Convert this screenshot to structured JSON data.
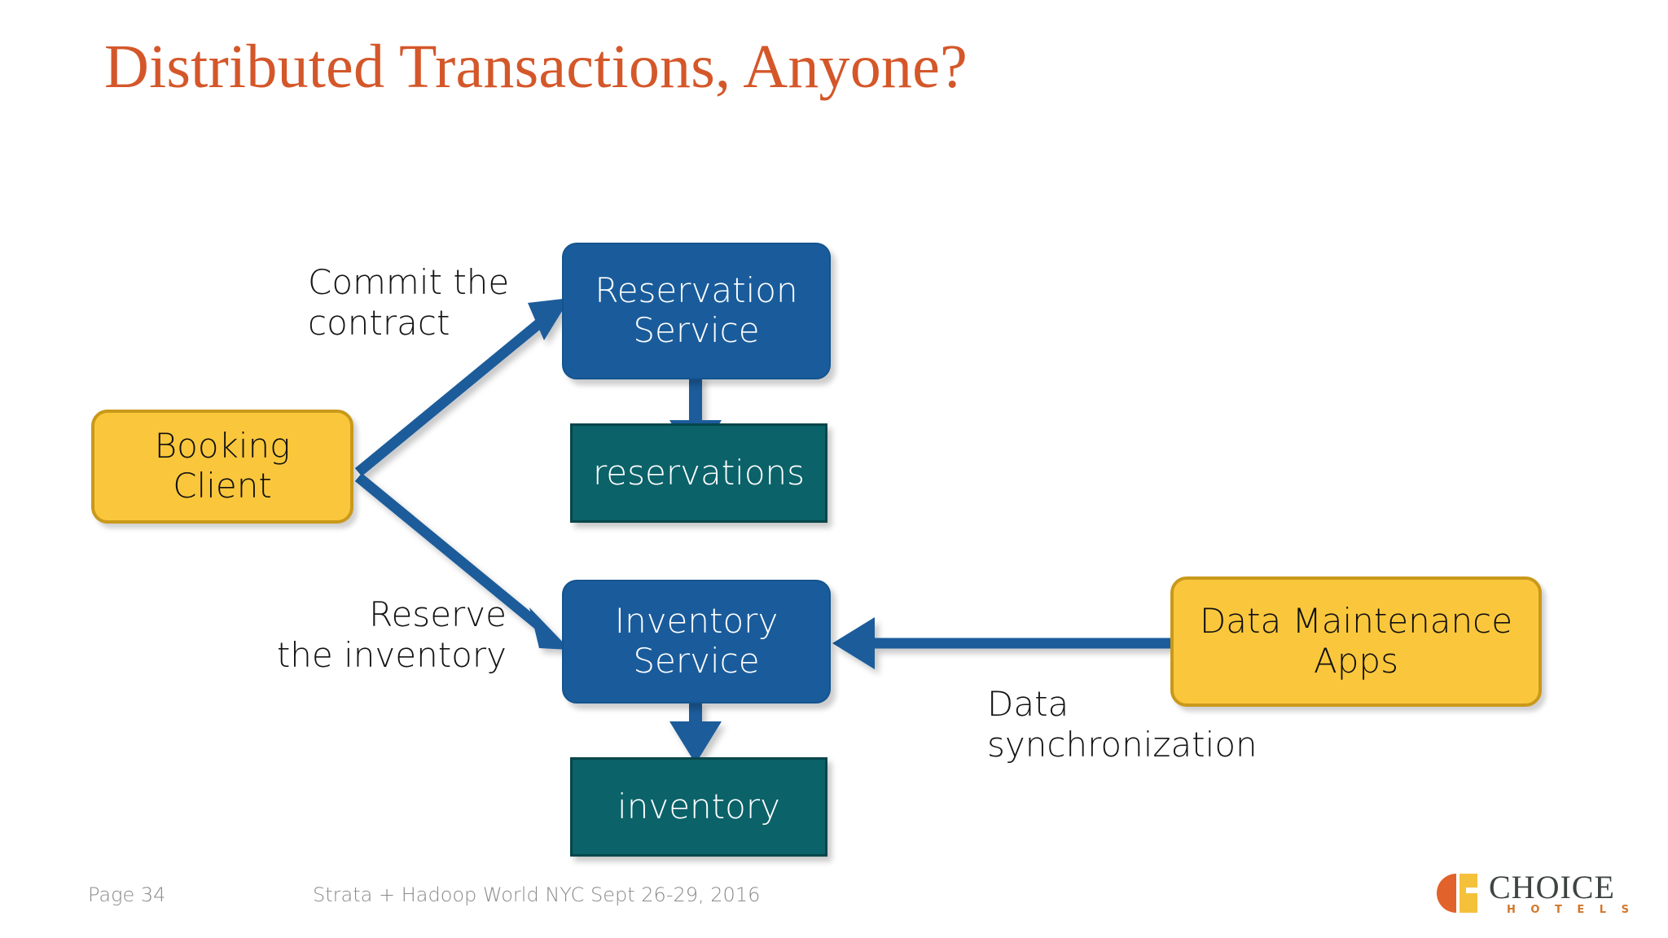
{
  "slide": {
    "title": "Distributed Transactions, Anyone?",
    "title_color": "#D4572A",
    "background": "#FFFFFF"
  },
  "diagram": {
    "type": "flow-diagram",
    "nodes": [
      {
        "id": "booking-client",
        "label": "Booking\nClient",
        "shape": "rounded-rect",
        "fill": "#FAC73C",
        "stroke": "#C9991B",
        "text_color": "#111111"
      },
      {
        "id": "reservation-service",
        "label": "Reservation\nService",
        "shape": "rounded-rect",
        "fill": "#1A5C9B",
        "stroke": "#14548E",
        "text_color": "#FFFFFF"
      },
      {
        "id": "reservations-store",
        "label": "reservations",
        "shape": "rect",
        "fill": "#0B6269",
        "stroke": "#05464B",
        "text_color": "#FFFFFF"
      },
      {
        "id": "inventory-service",
        "label": "Inventory\nService",
        "shape": "rounded-rect",
        "fill": "#1A5C9B",
        "stroke": "#14548E",
        "text_color": "#FFFFFF"
      },
      {
        "id": "inventory-store",
        "label": "inventory",
        "shape": "rect",
        "fill": "#0B6269",
        "stroke": "#05464B",
        "text_color": "#FFFFFF"
      },
      {
        "id": "data-maintenance-apps",
        "label": "Data Maintenance\nApps",
        "shape": "rounded-rect",
        "fill": "#FAC73C",
        "stroke": "#C9991B",
        "text_color": "#111111"
      }
    ],
    "edges": [
      {
        "id": "commit-contract",
        "from": "booking-client",
        "to": "reservation-service",
        "label": "Commit the\ncontract",
        "color": "#1A5C9B"
      },
      {
        "id": "reserve-inventory",
        "from": "booking-client",
        "to": "inventory-service",
        "label": "Reserve\nthe inventory",
        "color": "#1A5C9B"
      },
      {
        "id": "reservation-write",
        "from": "reservation-service",
        "to": "reservations-store",
        "label": "",
        "color": "#1A5C9B"
      },
      {
        "id": "inventory-write",
        "from": "inventory-service",
        "to": "inventory-store",
        "label": "",
        "color": "#1A5C9B"
      },
      {
        "id": "data-sync",
        "from": "data-maintenance-apps",
        "to": "inventory-service",
        "label": "Data\nsynchronization",
        "color": "#1A5C9B"
      }
    ]
  },
  "footer": {
    "page": "Page 34",
    "event": "Strata + Hadoop World NYC Sept 26-29, 2016",
    "color": "#8A8A8A"
  },
  "logo": {
    "word": "CHOICE",
    "sub": "H O T E L S",
    "trademark": "®",
    "word_color": "#3E4440",
    "sub_color": "#D4772A",
    "mark_primary": "#E1622A",
    "mark_secondary": "#F5C13B"
  }
}
